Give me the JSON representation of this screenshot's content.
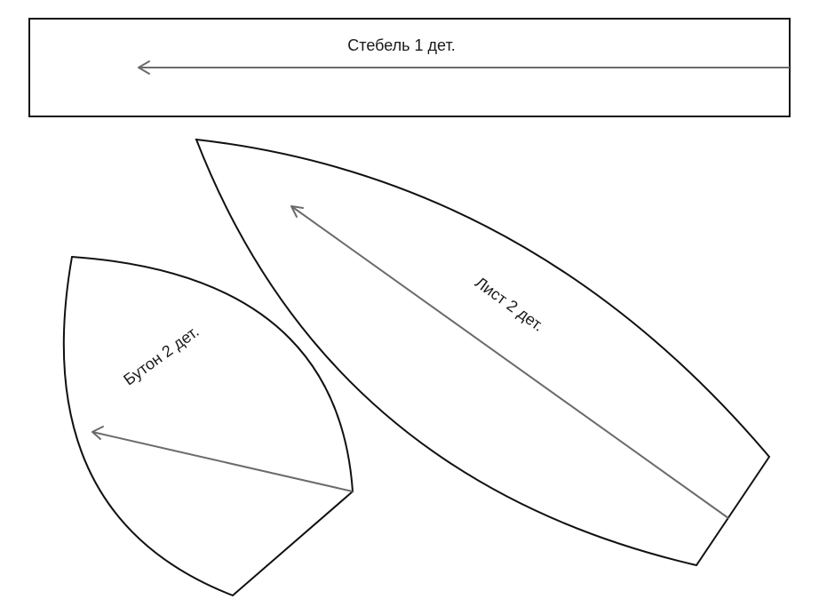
{
  "pieces": {
    "stem": {
      "label": "Стебель 1 дет."
    },
    "leaf": {
      "label": "Лист 2 дет."
    },
    "bud": {
      "label": "Бутон 2 дет."
    }
  },
  "colors": {
    "outline": "#111111",
    "grainline": "#6b6b6b",
    "text": "#1a1a1a",
    "background": "#ffffff"
  }
}
